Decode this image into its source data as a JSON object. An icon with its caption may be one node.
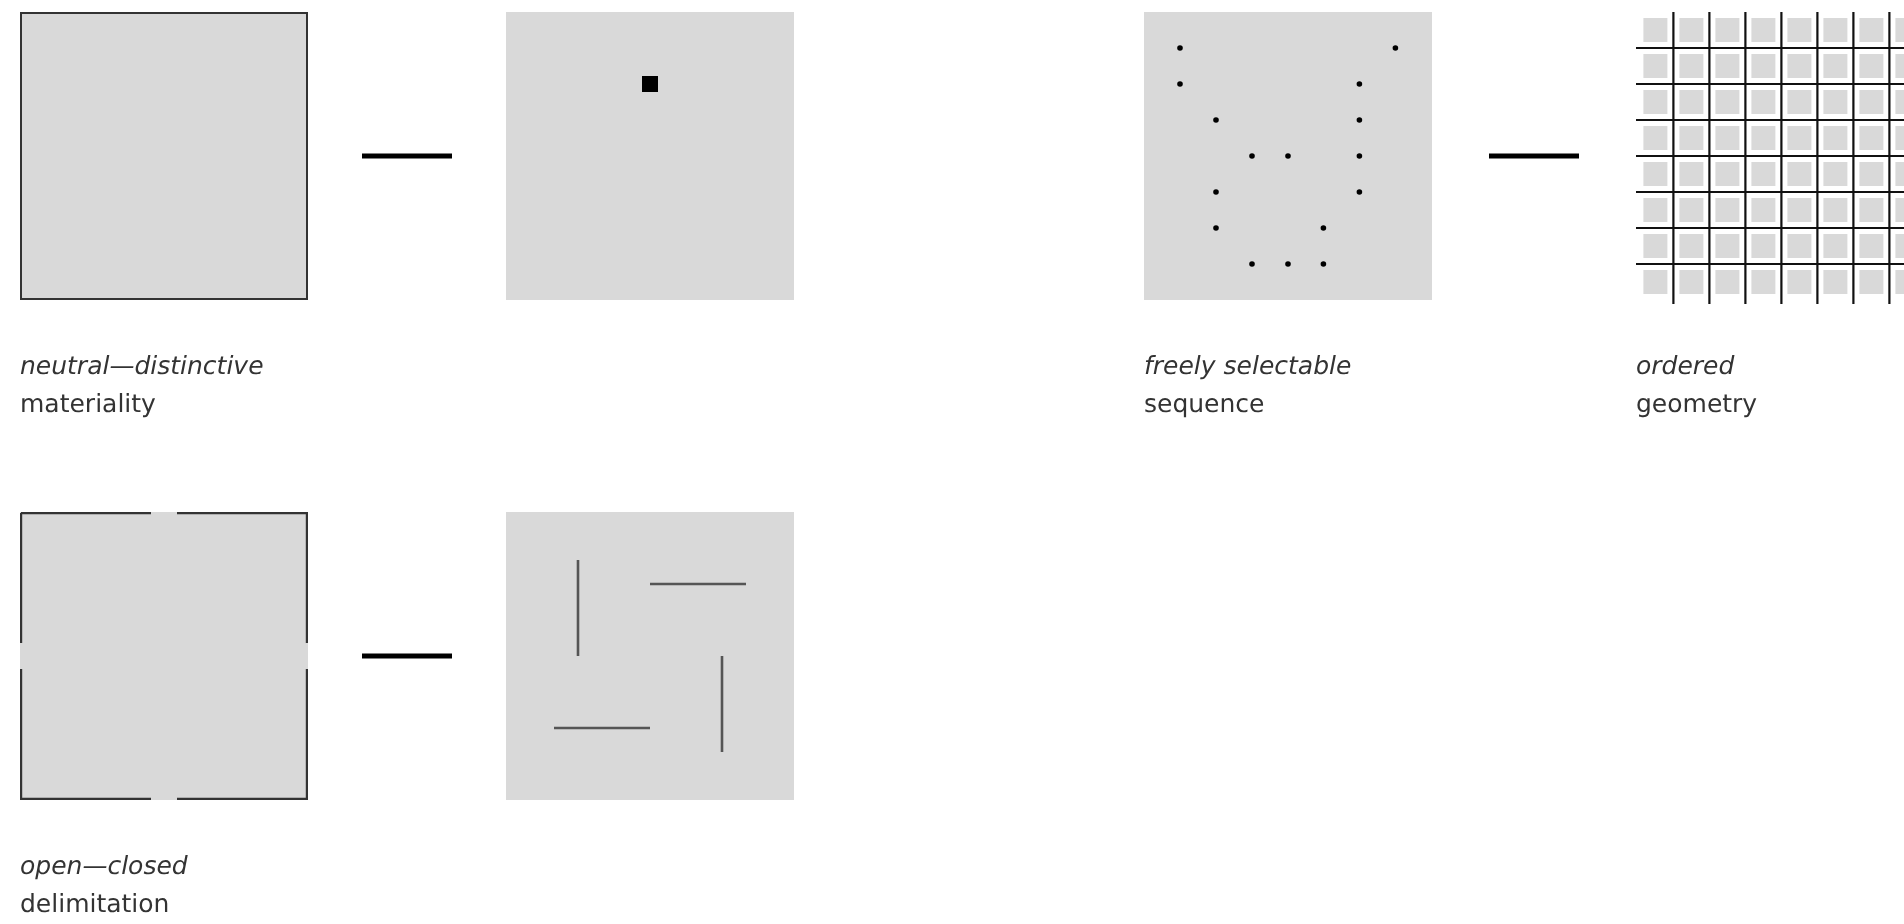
{
  "diagram": {
    "nodes": [
      {
        "text": [],
        "shape": "box",
        "beside": [
          "neutral—distinctive",
          "materiality"
        ]
      },
      {
        "text": [],
        "shape": "box"
      },
      {
        "text": [],
        "shape": "box",
        "beside": [
          "freely selectable",
          "sequence"
        ]
      },
      {
        "text": [],
        "shape": "box",
        "beside": [
          "ordered",
          "geometry"
        ]
      },
      {
        "text": [],
        "shape": "box",
        "beside": [
          "open—closed",
          "delimitation"
        ]
      },
      {
        "text": [],
        "shape": "box"
      }
    ],
    "edges": [
      {
        "from": 0,
        "to": 1,
        "arrow": "none"
      },
      {
        "from": 2,
        "to": 3,
        "arrow": "none"
      },
      {
        "from": 4,
        "to": 5,
        "arrow": "none"
      }
    ]
  }
}
